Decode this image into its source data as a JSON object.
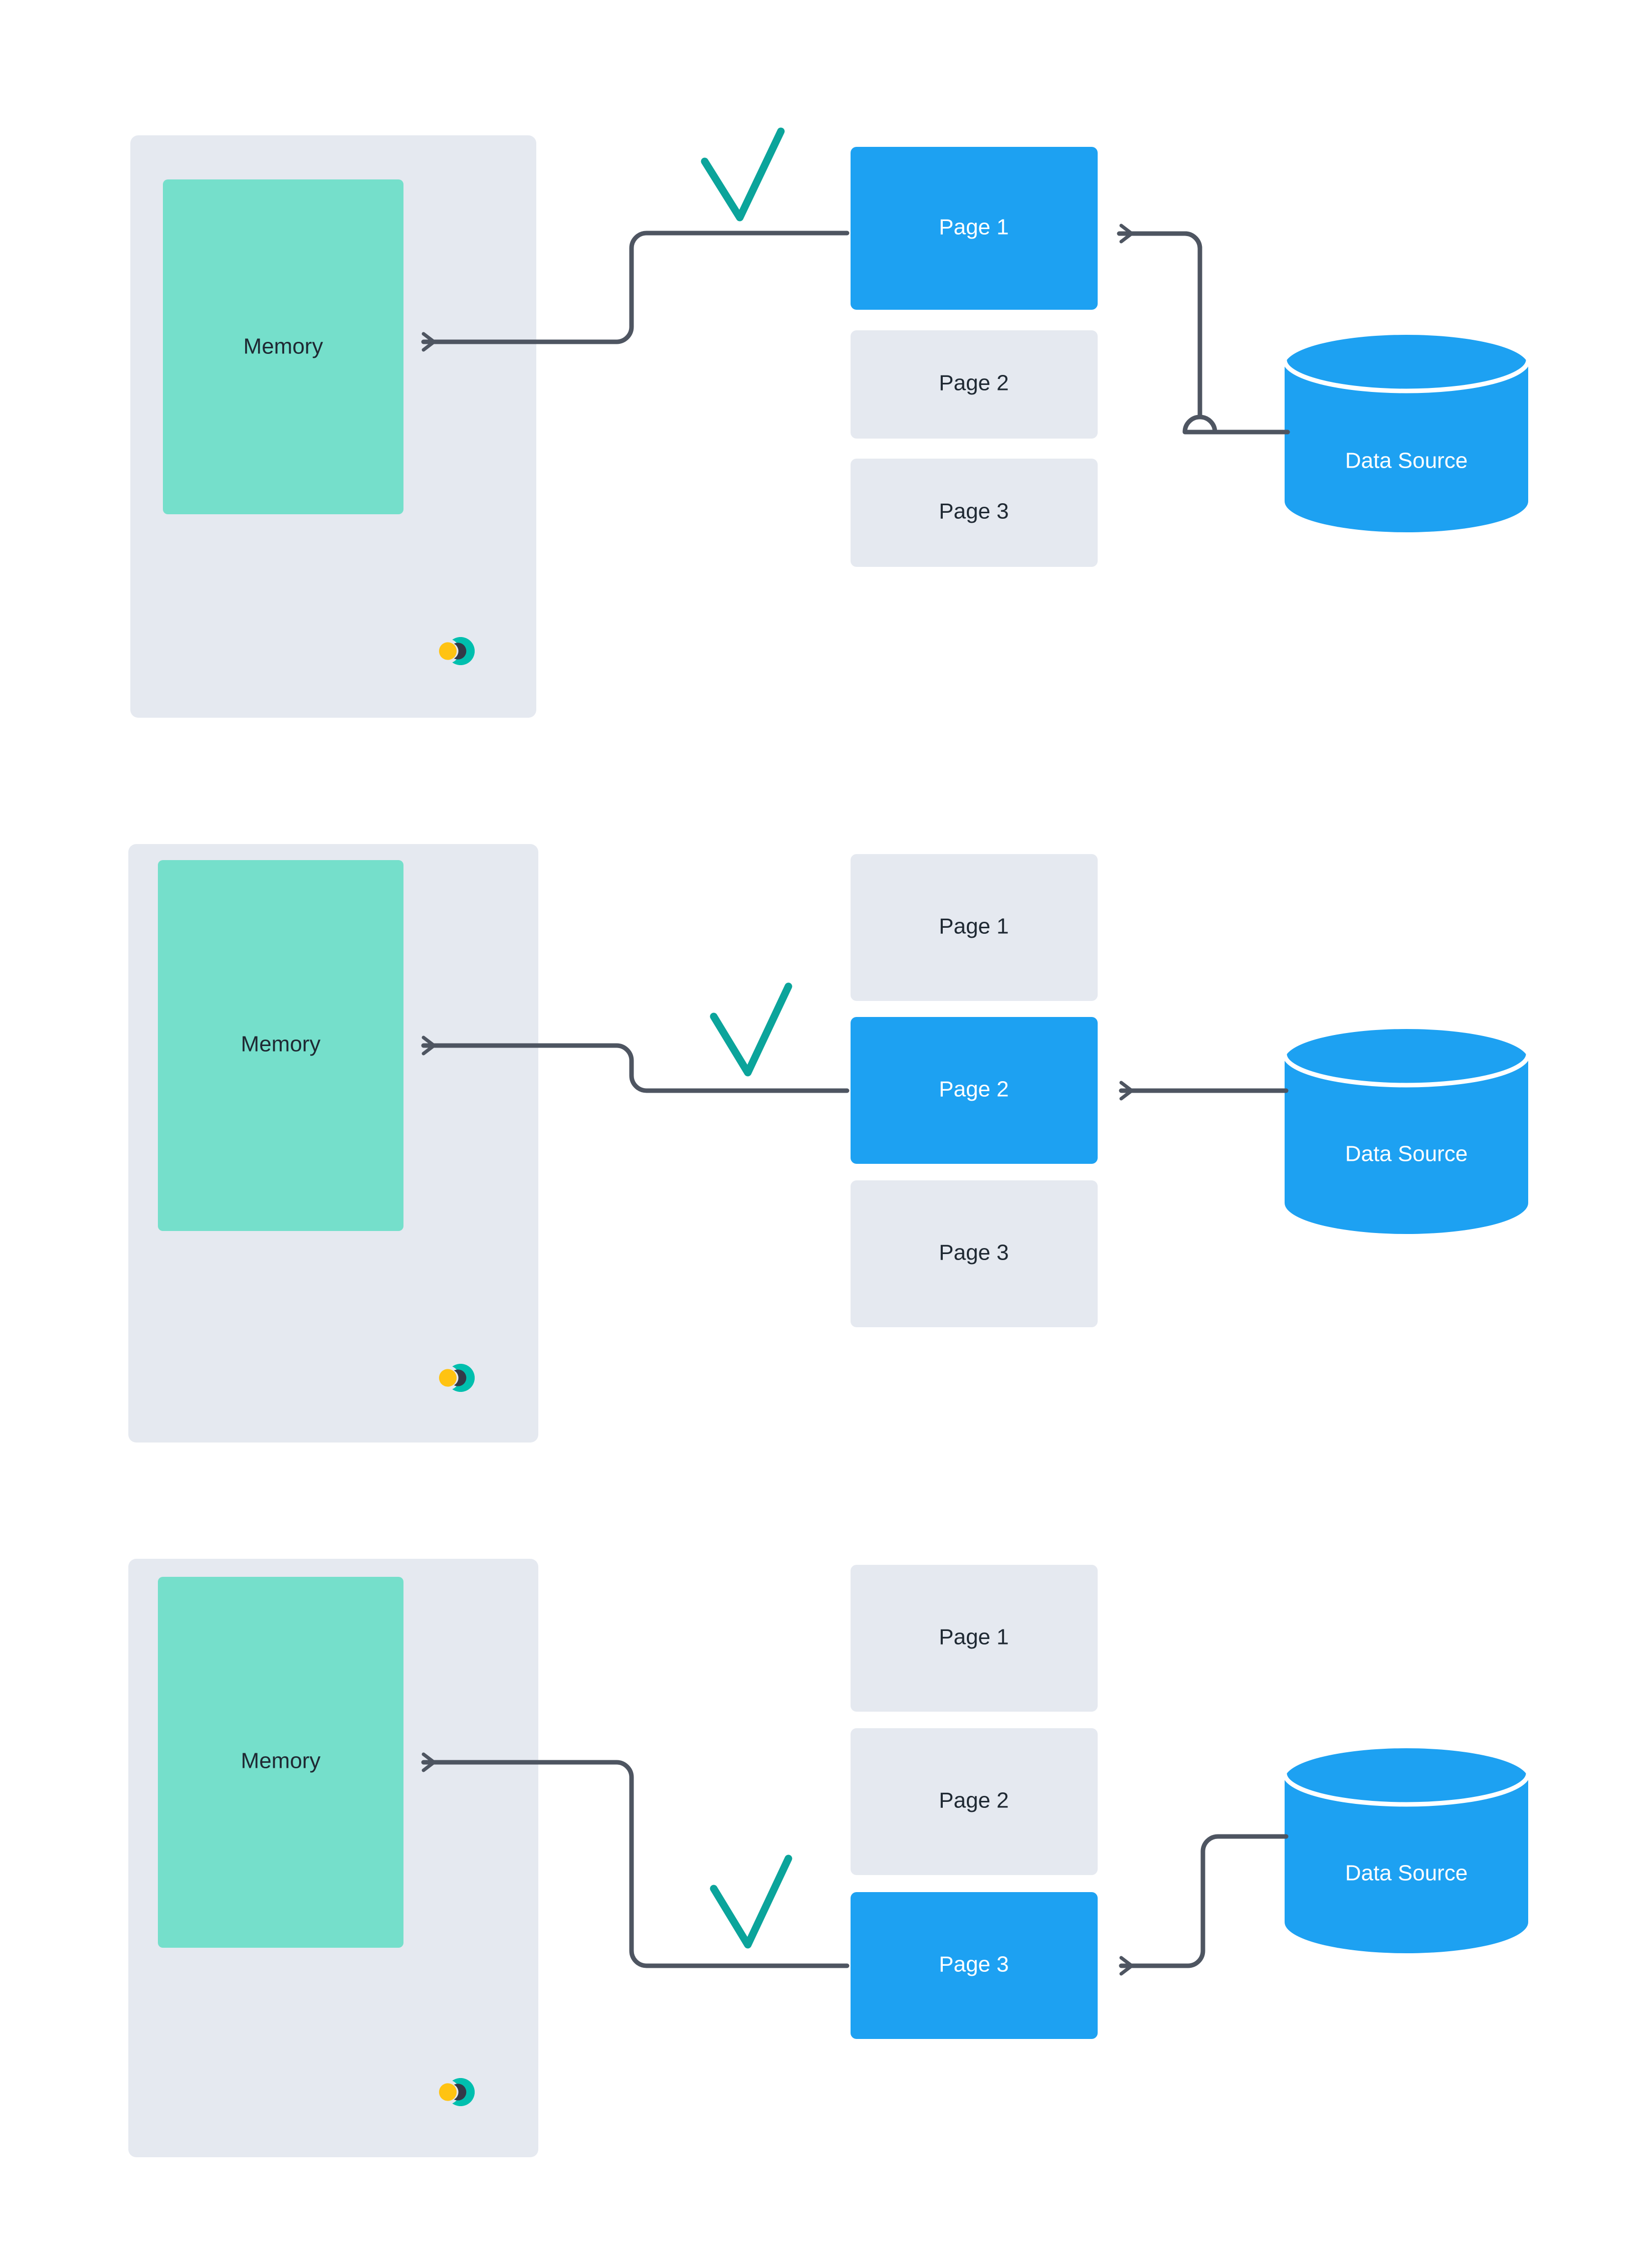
{
  "diagram": {
    "title": "Paging / demand loading of pages from a data source into memory",
    "type": "process-diagram",
    "panel_count": 3
  },
  "colors": {
    "background": "#ffffff",
    "panel_fill": "#e5e9f0",
    "memory_fill": "#75dfcb",
    "page_active_fill": "#1da1f2",
    "page_idle_fill": "#e5e9f0",
    "datasource_fill": "#1da1f2",
    "datasource_rim": "#ffffff",
    "connector_stroke": "#4e5561",
    "check_stroke": "#0ba49b",
    "logo_teal": "#00bfae",
    "logo_yellow": "#ffc312",
    "logo_dark": "#333a48",
    "text_dark": "#1f2933",
    "text_light": "#ffffff"
  },
  "labels": {
    "memory": "Memory",
    "data_source": "Data Source",
    "page_1": "Page 1",
    "page_2": "Page 2",
    "page_3": "Page 3"
  },
  "panels": [
    {
      "id": "panel-1",
      "step": 1,
      "memory": {
        "label": "Memory",
        "state": "loaded"
      },
      "pages": [
        {
          "label": "Page 1",
          "state": "active"
        },
        {
          "label": "Page 2",
          "state": "idle"
        },
        {
          "label": "Page 3",
          "state": "idle"
        }
      ],
      "data_source": {
        "label": "Data Source"
      },
      "check_position": "above-page-1",
      "arrows": [
        {
          "from": "Data Source",
          "to": "Page 1"
        },
        {
          "from": "Page 1",
          "to": "Memory"
        }
      ]
    },
    {
      "id": "panel-2",
      "step": 2,
      "memory": {
        "label": "Memory",
        "state": "loaded"
      },
      "pages": [
        {
          "label": "Page 1",
          "state": "idle"
        },
        {
          "label": "Page 2",
          "state": "active"
        },
        {
          "label": "Page 3",
          "state": "idle"
        }
      ],
      "data_source": {
        "label": "Data Source"
      },
      "check_position": "left-of-page-2",
      "arrows": [
        {
          "from": "Data Source",
          "to": "Page 2"
        },
        {
          "from": "Page 2",
          "to": "Memory"
        }
      ]
    },
    {
      "id": "panel-3",
      "step": 3,
      "memory": {
        "label": "Memory",
        "state": "loaded"
      },
      "pages": [
        {
          "label": "Page 1",
          "state": "idle"
        },
        {
          "label": "Page 2",
          "state": "idle"
        },
        {
          "label": "Page 3",
          "state": "active"
        }
      ],
      "data_source": {
        "label": "Data Source"
      },
      "check_position": "left-of-page-3",
      "arrows": [
        {
          "from": "Data Source",
          "to": "Page 3"
        },
        {
          "from": "Page 3",
          "to": "Memory"
        }
      ]
    }
  ]
}
